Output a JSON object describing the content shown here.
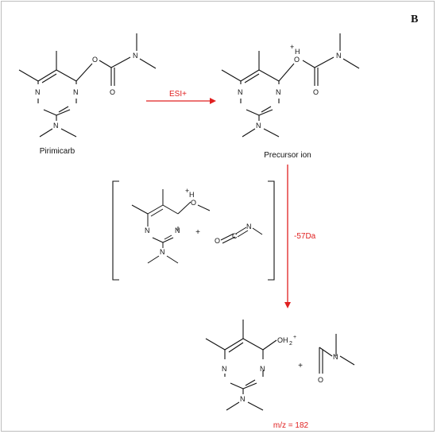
{
  "panel_letter": "B",
  "labels": {
    "reactant": "Pirimicarb",
    "precursor": "Precursor ion",
    "product_mz": "m/z = 182"
  },
  "arrows": {
    "ionization": "ESI+",
    "loss": "-57Da"
  },
  "plus_signs": [
    "+",
    "+"
  ],
  "atoms": {
    "N": "N",
    "O": "O",
    "C": "C",
    "H": "H",
    "plus": "+",
    "OH2": "OH",
    "sub2": "2"
  },
  "colors": {
    "arrow": "#e02020",
    "structure": "#111111",
    "frame": "#bdbdbd"
  }
}
